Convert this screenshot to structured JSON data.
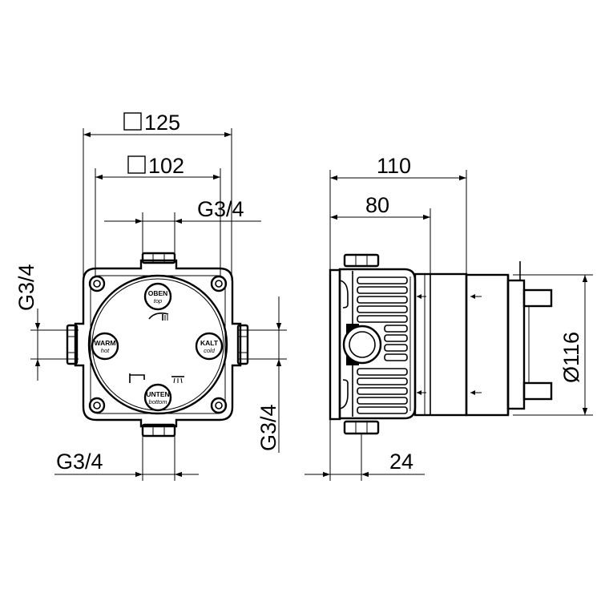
{
  "front_view": {
    "outer_square_dim": "125",
    "inner_square_dim": "102",
    "top_connection": "G3/4",
    "left_connection": "G3/4",
    "right_connection": "G3/4",
    "bottom_connection": "G3/4",
    "port_top": {
      "label": "OBEN",
      "sub": "top"
    },
    "port_left": {
      "label": "WARM",
      "sub": "hot"
    },
    "port_right": {
      "label": "KALT",
      "sub": "cold"
    },
    "port_bottom": {
      "label": "UNTEN",
      "sub": "bottom"
    }
  },
  "side_view": {
    "overall_depth": "110",
    "body_depth": "80",
    "diameter": "Ø116",
    "bottom_offset": "24"
  }
}
